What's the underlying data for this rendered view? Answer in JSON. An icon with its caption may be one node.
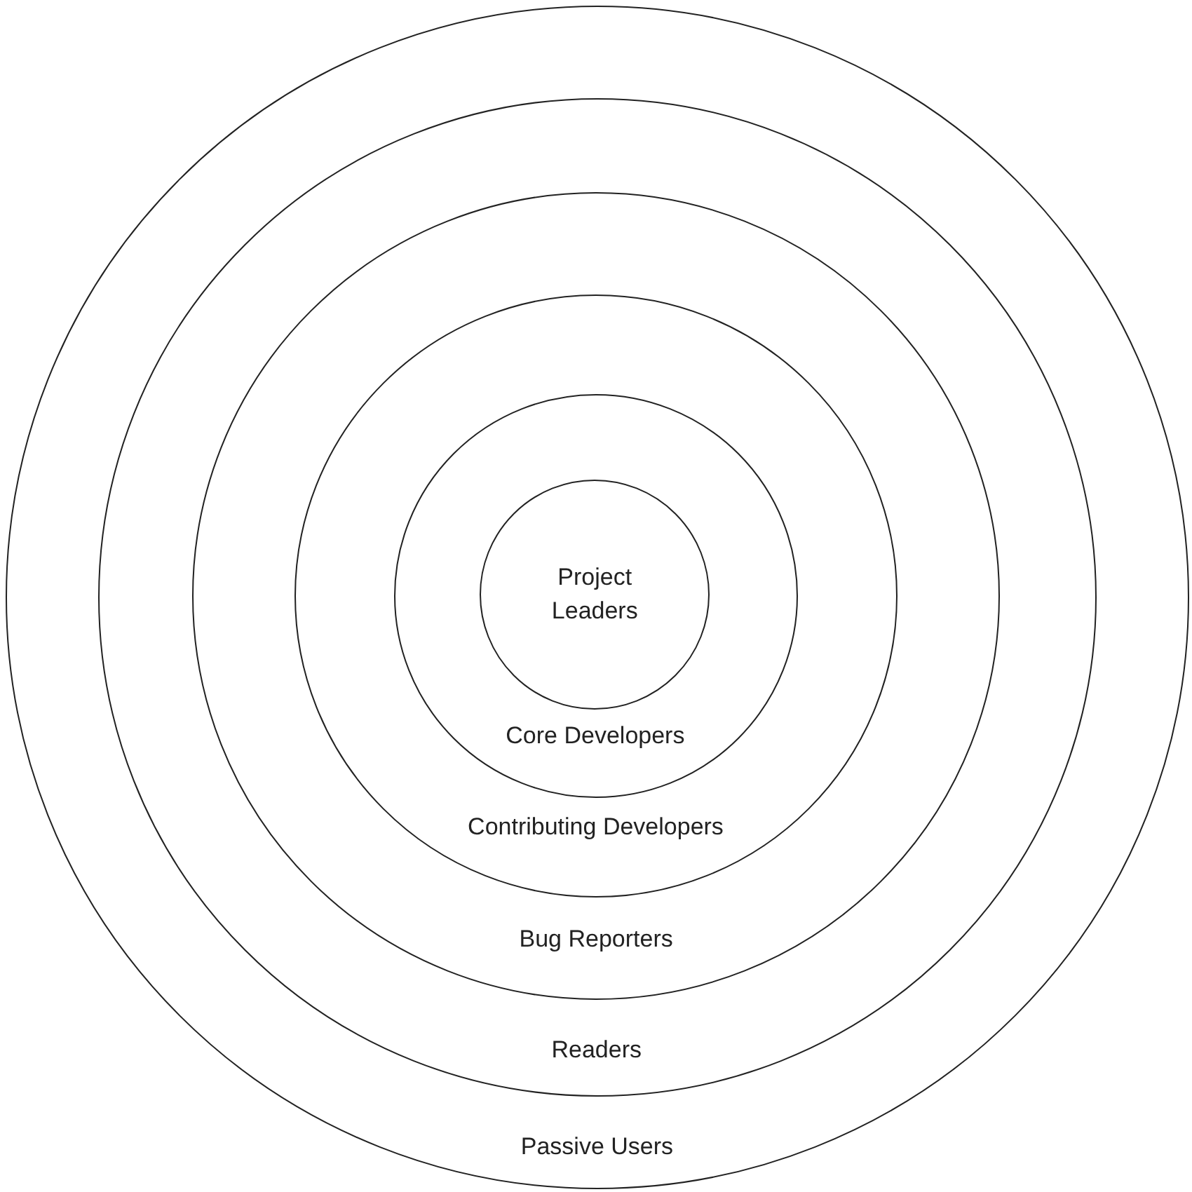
{
  "diagram": {
    "nodes": [
      {
        "text": [
          "Passive Users"
        ]
      },
      {
        "text": [
          "Readers"
        ],
        "in": 0
      },
      {
        "text": [
          "Bug Reporters"
        ],
        "in": 1
      },
      {
        "text": [
          "Contributing Developers"
        ],
        "in": 2
      },
      {
        "text": [
          "Core Developers"
        ],
        "in": 3
      },
      {
        "text": [
          "Project Leaders"
        ],
        "in": 4
      }
    ]
  }
}
